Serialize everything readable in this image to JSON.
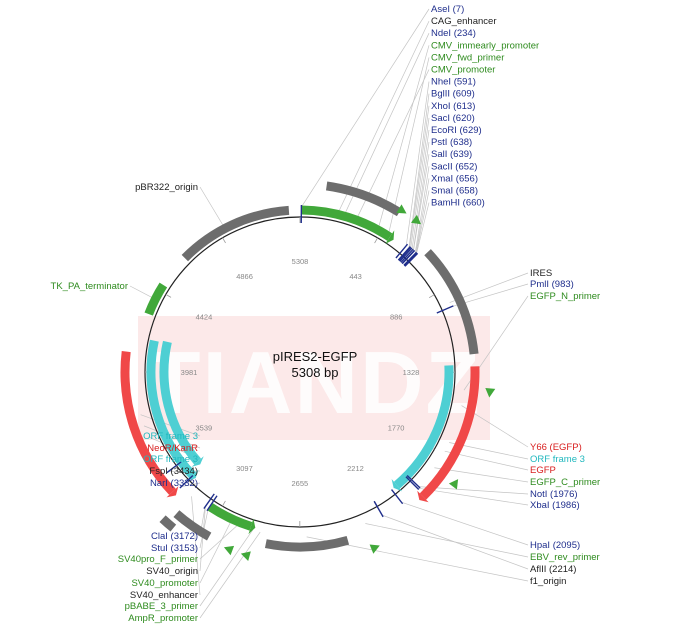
{
  "plasmid": {
    "name": "pIRES2-EGFP",
    "size_label": "5308 bp",
    "length": 5308
  },
  "colors": {
    "feature": "#41A83A",
    "orf": "#4ECFD3",
    "gene": "#F04848",
    "gray": "#6D6D6D",
    "enzyme": "#1F2E8C",
    "black": "#222222",
    "green": "#2E8B1E",
    "teal": "#21B8BE",
    "red": "#D81E1E"
  },
  "watermark": "TIANDZ",
  "ticks": [
    {
      "pos": 5308,
      "label": "5308"
    },
    {
      "pos": 443,
      "label": "443"
    },
    {
      "pos": 886,
      "label": "886"
    },
    {
      "pos": 1328,
      "label": "1328"
    },
    {
      "pos": 1770,
      "label": "1770"
    },
    {
      "pos": 2212,
      "label": "2212"
    },
    {
      "pos": 2655,
      "label": "2655"
    },
    {
      "pos": 3097,
      "label": "3097"
    },
    {
      "pos": 3539,
      "label": "3539"
    },
    {
      "pos": 3981,
      "label": "3981"
    },
    {
      "pos": 4424,
      "label": "4424"
    },
    {
      "pos": 4866,
      "label": "4866"
    }
  ],
  "arcs": [
    {
      "name": "CAG_enhancer",
      "start": 10,
      "end": 520,
      "track": 0,
      "color": "feature",
      "arrow": "cw"
    },
    {
      "name": "CMV_promoter",
      "start": 120,
      "end": 470,
      "track": 2,
      "color": "gray",
      "arrow": ""
    },
    {
      "name": "IRES",
      "start": 690,
      "end": 1240,
      "track": 1,
      "color": "gray",
      "arrow": ""
    },
    {
      "name": "EGFP",
      "start": 1300,
      "end": 2020,
      "track": 1,
      "color": "gene",
      "arrow": "cw"
    },
    {
      "name": "ORF frame 3",
      "start": 1290,
      "end": 2080,
      "track": -1,
      "color": "orf",
      "arrow": "cw"
    },
    {
      "name": "f1_origin",
      "start": 2420,
      "end": 2820,
      "track": 1,
      "color": "gray",
      "arrow": ""
    },
    {
      "name": "SV40_promoter",
      "start": 2890,
      "end": 3150,
      "track": 0,
      "color": "feature",
      "arrow": "ccw"
    },
    {
      "name": "SV40_origin",
      "start": 3080,
      "end": 3260,
      "track": 2,
      "color": "gray",
      "arrow": ""
    },
    {
      "name": "SV40_enhancer",
      "start": 3230,
      "end": 3290,
      "track": 3,
      "color": "gray",
      "arrow": ""
    },
    {
      "name": "NeoR/KanR",
      "start": 3320,
      "end": 4080,
      "track": 1,
      "color": "gene",
      "arrow": "ccw"
    },
    {
      "name": "ORF frame 3",
      "start": 3310,
      "end": 4160,
      "track": -1,
      "color": "orf",
      "arrow": "ccw"
    },
    {
      "name": "ORF frame 3",
      "start": 3350,
      "end": 4170,
      "track": -2,
      "color": "orf",
      "arrow": "ccw"
    },
    {
      "name": "TK_PA_terminator",
      "start": 4290,
      "end": 4460,
      "track": 0,
      "color": "feature",
      "arrow": ""
    },
    {
      "name": "pBR322_origin",
      "start": 4640,
      "end": 5250,
      "track": 0,
      "color": "gray",
      "arrow": ""
    }
  ],
  "marks": [
    {
      "pos": 7,
      "color": "enzyme"
    },
    {
      "pos": 591,
      "color": "enzyme"
    },
    {
      "pos": 609,
      "color": "enzyme"
    },
    {
      "pos": 613,
      "color": "enzyme"
    },
    {
      "pos": 620,
      "color": "enzyme"
    },
    {
      "pos": 629,
      "color": "enzyme"
    },
    {
      "pos": 638,
      "color": "enzyme"
    },
    {
      "pos": 639,
      "color": "enzyme"
    },
    {
      "pos": 652,
      "color": "enzyme"
    },
    {
      "pos": 656,
      "color": "enzyme"
    },
    {
      "pos": 658,
      "color": "enzyme"
    },
    {
      "pos": 660,
      "color": "enzyme"
    },
    {
      "pos": 983,
      "color": "enzyme"
    },
    {
      "pos": 1976,
      "color": "enzyme"
    },
    {
      "pos": 1986,
      "color": "enzyme"
    },
    {
      "pos": 2095,
      "color": "enzyme"
    },
    {
      "pos": 2214,
      "color": "enzyme"
    },
    {
      "pos": 3153,
      "color": "enzyme"
    },
    {
      "pos": 3172,
      "color": "enzyme"
    },
    {
      "pos": 3332,
      "color": "enzyme"
    },
    {
      "pos": 3434,
      "color": "enzyme"
    }
  ],
  "primers": [
    {
      "pos": 480,
      "dir": "cw"
    },
    {
      "pos": 560,
      "dir": "cw"
    },
    {
      "pos": 1420,
      "dir": "cw"
    },
    {
      "pos": 1850,
      "dir": "ccw"
    },
    {
      "pos": 2310,
      "dir": "ccw"
    },
    {
      "pos": 2900,
      "dir": "cw"
    },
    {
      "pos": 2980,
      "dir": "cw"
    }
  ],
  "labels": [
    {
      "text": "AseI (7)",
      "pos": 7,
      "color": "enzyme",
      "anchor": "start"
    },
    {
      "text": "CAG_enhancer",
      "pos": 200,
      "color": "black",
      "anchor": "start"
    },
    {
      "text": "NdeI (234)",
      "pos": 234,
      "color": "enzyme",
      "anchor": "start"
    },
    {
      "text": "CMV_immearly_promoter",
      "pos": 420,
      "color": "green",
      "anchor": "start"
    },
    {
      "text": "CMV_fwd_primer",
      "pos": 480,
      "color": "green",
      "anchor": "start"
    },
    {
      "text": "CMV_promoter",
      "pos": 300,
      "color": "green",
      "anchor": "start"
    },
    {
      "text": "NheI (591)",
      "pos": 591,
      "color": "enzyme",
      "anchor": "start"
    },
    {
      "text": "BglII (609)",
      "pos": 609,
      "color": "enzyme",
      "anchor": "start"
    },
    {
      "text": "XhoI (613)",
      "pos": 613,
      "color": "enzyme",
      "anchor": "start"
    },
    {
      "text": "SacI (620)",
      "pos": 620,
      "color": "enzyme",
      "anchor": "start"
    },
    {
      "text": "EcoRI (629)",
      "pos": 629,
      "color": "enzyme",
      "anchor": "start"
    },
    {
      "text": "PstI (638)",
      "pos": 638,
      "color": "enzyme",
      "anchor": "start"
    },
    {
      "text": "SalI (639)",
      "pos": 639,
      "color": "enzyme",
      "anchor": "start"
    },
    {
      "text": "SacII (652)",
      "pos": 652,
      "color": "enzyme",
      "anchor": "start"
    },
    {
      "text": "XmaI (656)",
      "pos": 656,
      "color": "enzyme",
      "anchor": "start"
    },
    {
      "text": "SmaI (658)",
      "pos": 658,
      "color": "enzyme",
      "anchor": "start"
    },
    {
      "text": "BamHI (660)",
      "pos": 660,
      "color": "enzyme",
      "anchor": "start"
    },
    {
      "text": "IRES",
      "pos": 960,
      "color": "black",
      "anchor": "start"
    },
    {
      "text": "PmlI (983)",
      "pos": 983,
      "color": "enzyme",
      "anchor": "start"
    },
    {
      "text": "EGFP_N_primer",
      "pos": 1420,
      "color": "green",
      "anchor": "start"
    },
    {
      "text": "Y66 (EGFP)",
      "pos": 1500,
      "color": "red",
      "anchor": "start"
    },
    {
      "text": "ORF frame 3",
      "pos": 1700,
      "color": "teal",
      "anchor": "start"
    },
    {
      "text": "EGFP",
      "pos": 1750,
      "color": "red",
      "anchor": "start"
    },
    {
      "text": "EGFP_C_primer",
      "pos": 1850,
      "color": "green",
      "anchor": "start"
    },
    {
      "text": "NotI (1976)",
      "pos": 1976,
      "color": "enzyme",
      "anchor": "start"
    },
    {
      "text": "XbaI (1986)",
      "pos": 1986,
      "color": "enzyme",
      "anchor": "start"
    },
    {
      "text": "HpaI (2095)",
      "pos": 2095,
      "color": "enzyme",
      "anchor": "start"
    },
    {
      "text": "EBV_rev_primer",
      "pos": 2310,
      "color": "green",
      "anchor": "start"
    },
    {
      "text": "AflII (2214)",
      "pos": 2214,
      "color": "black",
      "anchor": "start"
    },
    {
      "text": "f1_origin",
      "pos": 2620,
      "color": "black",
      "anchor": "start"
    },
    {
      "text": "ClaI (3172)",
      "pos": 3172,
      "color": "enzyme",
      "anchor": "end"
    },
    {
      "text": "StuI (3153)",
      "pos": 3153,
      "color": "enzyme",
      "anchor": "end"
    },
    {
      "text": "SV40pro_F_primer",
      "pos": 2980,
      "color": "green",
      "anchor": "end"
    },
    {
      "text": "SV40_origin",
      "pos": 3170,
      "color": "black",
      "anchor": "end"
    },
    {
      "text": "SV40_promoter",
      "pos": 3020,
      "color": "green",
      "anchor": "end"
    },
    {
      "text": "SV40_enhancer",
      "pos": 3260,
      "color": "black",
      "anchor": "end"
    },
    {
      "text": "pBABE_3_primer",
      "pos": 2900,
      "color": "green",
      "anchor": "end"
    },
    {
      "text": "AmpR_promoter",
      "pos": 2860,
      "color": "green",
      "anchor": "end"
    },
    {
      "text": "ORF frame 3",
      "pos": 3760,
      "color": "teal",
      "anchor": "end"
    },
    {
      "text": "NeoR/KanR",
      "pos": 3700,
      "color": "red",
      "anchor": "end"
    },
    {
      "text": "ORF frame 3",
      "pos": 3640,
      "color": "teal",
      "anchor": "end"
    },
    {
      "text": "FspI (3434)",
      "pos": 3434,
      "color": "black",
      "anchor": "end"
    },
    {
      "text": "NarI (3332)",
      "pos": 3332,
      "color": "enzyme",
      "anchor": "end"
    },
    {
      "text": "TK_PA_terminator",
      "pos": 4375,
      "color": "green",
      "anchor": "end"
    },
    {
      "text": "pBR322_origin",
      "pos": 4900,
      "color": "black",
      "anchor": "end"
    }
  ]
}
